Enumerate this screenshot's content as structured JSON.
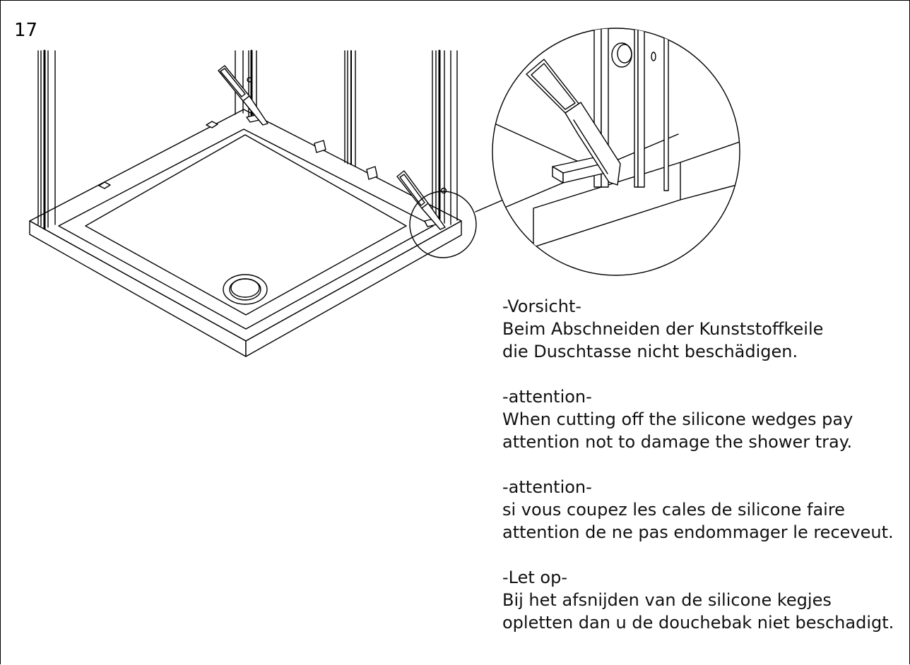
{
  "step": {
    "number": "17"
  },
  "notes": [
    {
      "language": "de",
      "heading": "-Vorsicht-",
      "lines": [
        "Beim Abschneiden der Kunststoffkeile",
        "die Duschtasse nicht beschädigen."
      ]
    },
    {
      "language": "en",
      "heading": "-attention-",
      "lines": [
        "When cutting off the silicone wedges pay",
        "attention not to damage the shower tray."
      ]
    },
    {
      "language": "fr",
      "heading": "-attention-",
      "lines": [
        "si vous coupez les cales de silicone faire",
        "attention de ne pas endommager le receveut."
      ]
    },
    {
      "language": "nl",
      "heading": "-Let op-",
      "lines": [
        "Bij het afsnijden van de silicone kegjes",
        "opletten dan u de douchebak niet beschadigt."
      ]
    }
  ],
  "colors": {
    "line": "#000000",
    "background": "#ffffff",
    "text": "#111111"
  }
}
